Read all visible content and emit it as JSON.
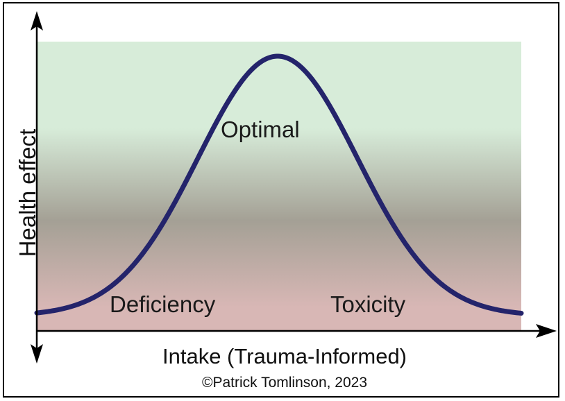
{
  "chart_data": {
    "type": "line",
    "title": "",
    "xlabel": "Intake (Trauma-Informed)",
    "ylabel": "Health effect",
    "grid": false,
    "legend": "none",
    "series": [
      {
        "curve": "bell",
        "color": "#24246b"
      }
    ],
    "annotations": [
      "Optimal",
      "Deficiency",
      "Toxicity"
    ],
    "background_gradient": {
      "top": "#d7ecd9",
      "middle": "#a4a095",
      "bottom": "#d8b7b5"
    }
  },
  "credit": "©Patrick Tomlinson, 2023"
}
